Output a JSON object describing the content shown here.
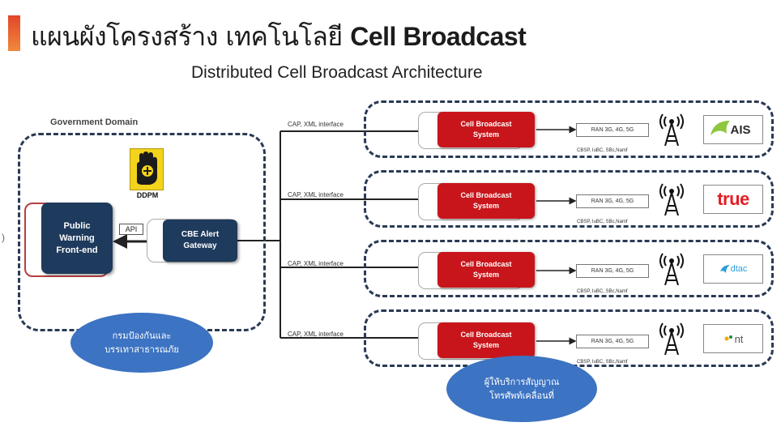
{
  "header": {
    "title_thai": "แผนผังโครงสร้าง เทคโนโลยี ",
    "title_en": "Cell Broadcast",
    "subtitle": "Distributed Cell Broadcast Architecture"
  },
  "government": {
    "domain_label": "Government Domain",
    "agency_logo_text": "DDPM",
    "public_warning": [
      "Public",
      "Warning",
      "Front-end"
    ],
    "api_label": "API",
    "cbe_gateway": [
      "CBE Alert",
      "Gateway"
    ],
    "oval_text": [
      "กรมป้องกันและ",
      "บรรเทาสาธารณภัย"
    ]
  },
  "operators": [
    {
      "name": "AIS",
      "cap_label": "CAP, XML  interface",
      "system": [
        "Cell Broadcast",
        "System"
      ],
      "ran": "RAN  3G, 4G, 5G",
      "interfaces": "CBSP, IuBC, SBc,Namf",
      "logo_text": "AIS",
      "logo_color": "#8dc63f"
    },
    {
      "name": "true",
      "cap_label": "CAP, XML  interface",
      "system": [
        "Cell Broadcast",
        "System"
      ],
      "ran": "RAN  3G, 4G, 5G",
      "interfaces": "CBSP, IuBC, SBc,Namf",
      "logo_text": "true",
      "logo_color": "#e31e24"
    },
    {
      "name": "dtac",
      "cap_label": "CAP, XML  interface",
      "system": [
        "Cell Broadcast",
        "System"
      ],
      "ran": "RAN  3G, 4G, 5G",
      "interfaces": "CBSP, IuBC, SBc,Namf",
      "logo_text": "dtac",
      "logo_color": "#2d9ed8"
    },
    {
      "name": "nt",
      "cap_label": "CAP, XML  interface",
      "system": [
        "Cell Broadcast",
        "System"
      ],
      "ran": "RAN  3G, 4G, 5G",
      "interfaces": "CBSP, IuBC, SBc,Namf",
      "logo_text": "nt",
      "logo_color": "#f2a900"
    }
  ],
  "operator_oval_text": [
    "ผู้ให้บริการสัญญาณ",
    "โทรศัพท์เคลื่อนที่"
  ],
  "colors": {
    "accent": "#e2452a",
    "navy": "#1e3a5c",
    "red_box": "#c8151b",
    "oval_blue": "#3c73c2",
    "dashed_border": "#2a3a55"
  }
}
